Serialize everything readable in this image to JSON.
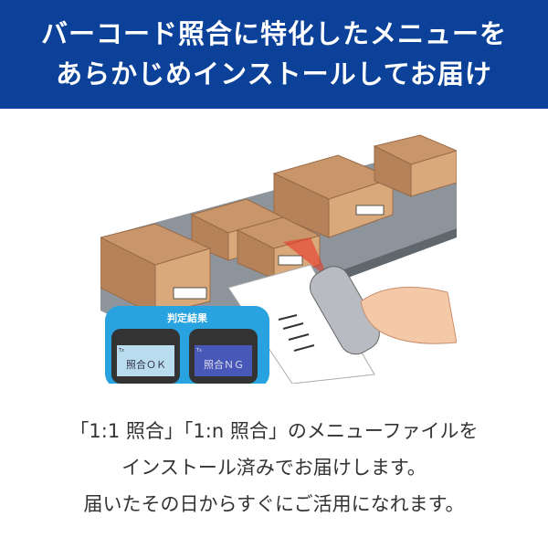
{
  "header": {
    "line1": "バーコード照合に特化したメニューを",
    "line2": "あらかじめインストールしてお届け",
    "background": "#0b4198"
  },
  "illustration": {
    "panel_title": "判定結果",
    "screen_ok": "照合ＯＫ",
    "screen_ng": "照合ＮＧ",
    "screen_status": "Tx",
    "panel_color": "#29a3e0"
  },
  "body": {
    "line1": "「1:1 照合」「1:n 照合」のメニューファイルを",
    "line2": "インストール済みでお届けします。",
    "line3": "届いたその日からすぐにご活用になれます。"
  }
}
